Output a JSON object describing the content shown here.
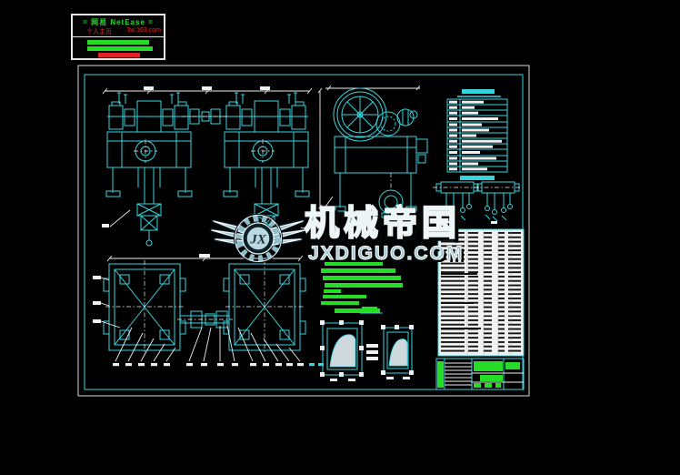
{
  "netease_box": {
    "title": "= 网易 NetEase =",
    "left_red_text": "个人主页",
    "right_red_text": "3w.163.com"
  },
  "watermark": {
    "logo_text": "JX",
    "brand": "机械帝国",
    "domain": "JXDIGUO.COM"
  },
  "colors": {
    "background": "#000000",
    "cad_line": "#38d4de",
    "cad_white": "#f0f0f0",
    "green": "#24dd24",
    "red": "#e02424",
    "teal_fill": "#8fbdc9",
    "paper": "#f2f2f2"
  },
  "drawing": {
    "sheet_type": "CAD engineering drawing",
    "views": [
      "front-elevation",
      "side-view",
      "plan-view",
      "section-details",
      "suspension-details"
    ],
    "tables": [
      "technical-specs-table",
      "parts-list-table",
      "title-block"
    ]
  }
}
